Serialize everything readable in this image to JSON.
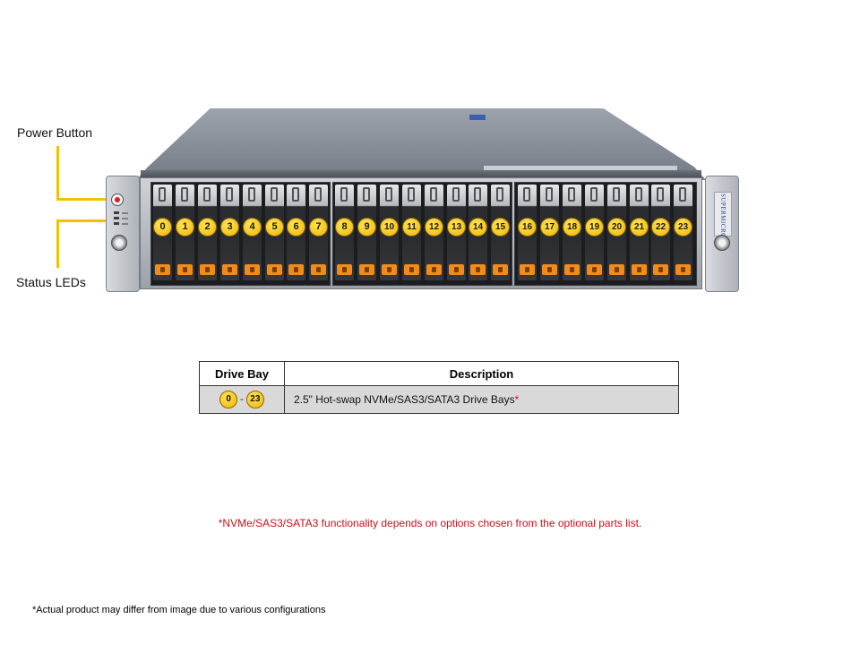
{
  "callouts": {
    "power_button": "Power Button",
    "status_leds": "Status LEDs"
  },
  "brand": "SUPERMICRO",
  "drive_bays": [
    "0",
    "1",
    "2",
    "3",
    "4",
    "5",
    "6",
    "7",
    "8",
    "9",
    "10",
    "11",
    "12",
    "13",
    "14",
    "15",
    "16",
    "17",
    "18",
    "19",
    "20",
    "21",
    "22",
    "23"
  ],
  "table": {
    "headers": {
      "bay": "Drive Bay",
      "description": "Description"
    },
    "row": {
      "range_start": "0",
      "range_sep": "-",
      "range_end": "23",
      "description": "2.5\" Hot-swap NVMe/SAS3/SATA3 Drive Bays",
      "asterisk": "*"
    }
  },
  "footnote": "*NVMe/SAS3/SATA3 functionality depends on options chosen from the optional parts list.",
  "disclaimer": "*Actual product may differ from image due to various configurations",
  "colors": {
    "callout_line": "#f2c200",
    "bay_badge": "#f0b400",
    "drive_latch": "#f08c1c",
    "footnote_text": "#c8101a"
  }
}
